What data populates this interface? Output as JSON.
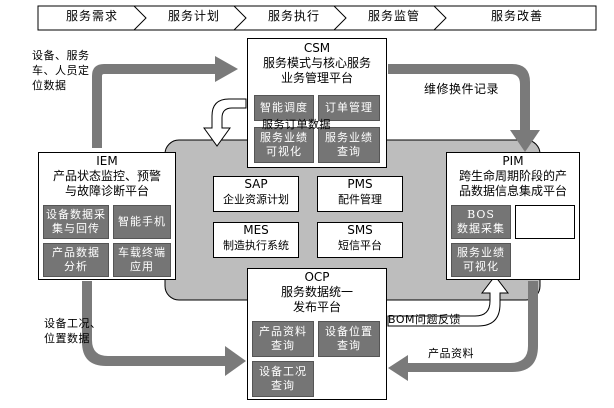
{
  "stages": [
    "服务需求",
    "服务计划",
    "服务执行",
    "服务监管",
    "服务改善"
  ],
  "center_systems": [
    {
      "name": "SAP",
      "desc": "企业资源计划"
    },
    {
      "name": "PMS",
      "desc": "配件管理"
    },
    {
      "name": "MES",
      "desc": "制造执行系统"
    },
    {
      "name": "SMS",
      "desc": "短信平台"
    }
  ],
  "csm": {
    "name": "CSM",
    "desc_line1": "服务模式与核心服务",
    "desc_line2": "业务管理平台",
    "cells": [
      "智能调度",
      "订单管理",
      "服务业绩\n可视化",
      "服务业绩\n查询"
    ]
  },
  "iem": {
    "name": "IEM",
    "desc_line1": "产品状态监控、预警",
    "desc_line2": "与故障诊断平台",
    "cells": [
      "设备数据采\n集与回传",
      "智能手机",
      "产品数据\n分析",
      "车载终端\n应用"
    ]
  },
  "pim": {
    "name": "PIM",
    "desc_line1": "跨生命周期阶段的产",
    "desc_line2": "品数据信息集成平台",
    "cells": [
      "BOS\n数据采集",
      "",
      "服务业绩\n可视化"
    ]
  },
  "ocp": {
    "name": "OCP",
    "desc_line1": "服务数据统一",
    "desc_line2": "发布平台",
    "cells": [
      "产品资料\n查询",
      "设备位置\n查询",
      "设备工况\n查询"
    ]
  },
  "labels": {
    "top_left": "设备、服务\n车、人员定\n位数据",
    "order_data": "服务订单数据",
    "repair_record": "维修换件记录",
    "bottom_left": "设备工况、\n位置数据",
    "bom_feedback": "BOM问题反馈",
    "product_info": "产品资料"
  },
  "colors": {
    "panel_bg": "#bdbdbd",
    "cell_bg": "#757575",
    "arrow": "#7a7a7a"
  }
}
